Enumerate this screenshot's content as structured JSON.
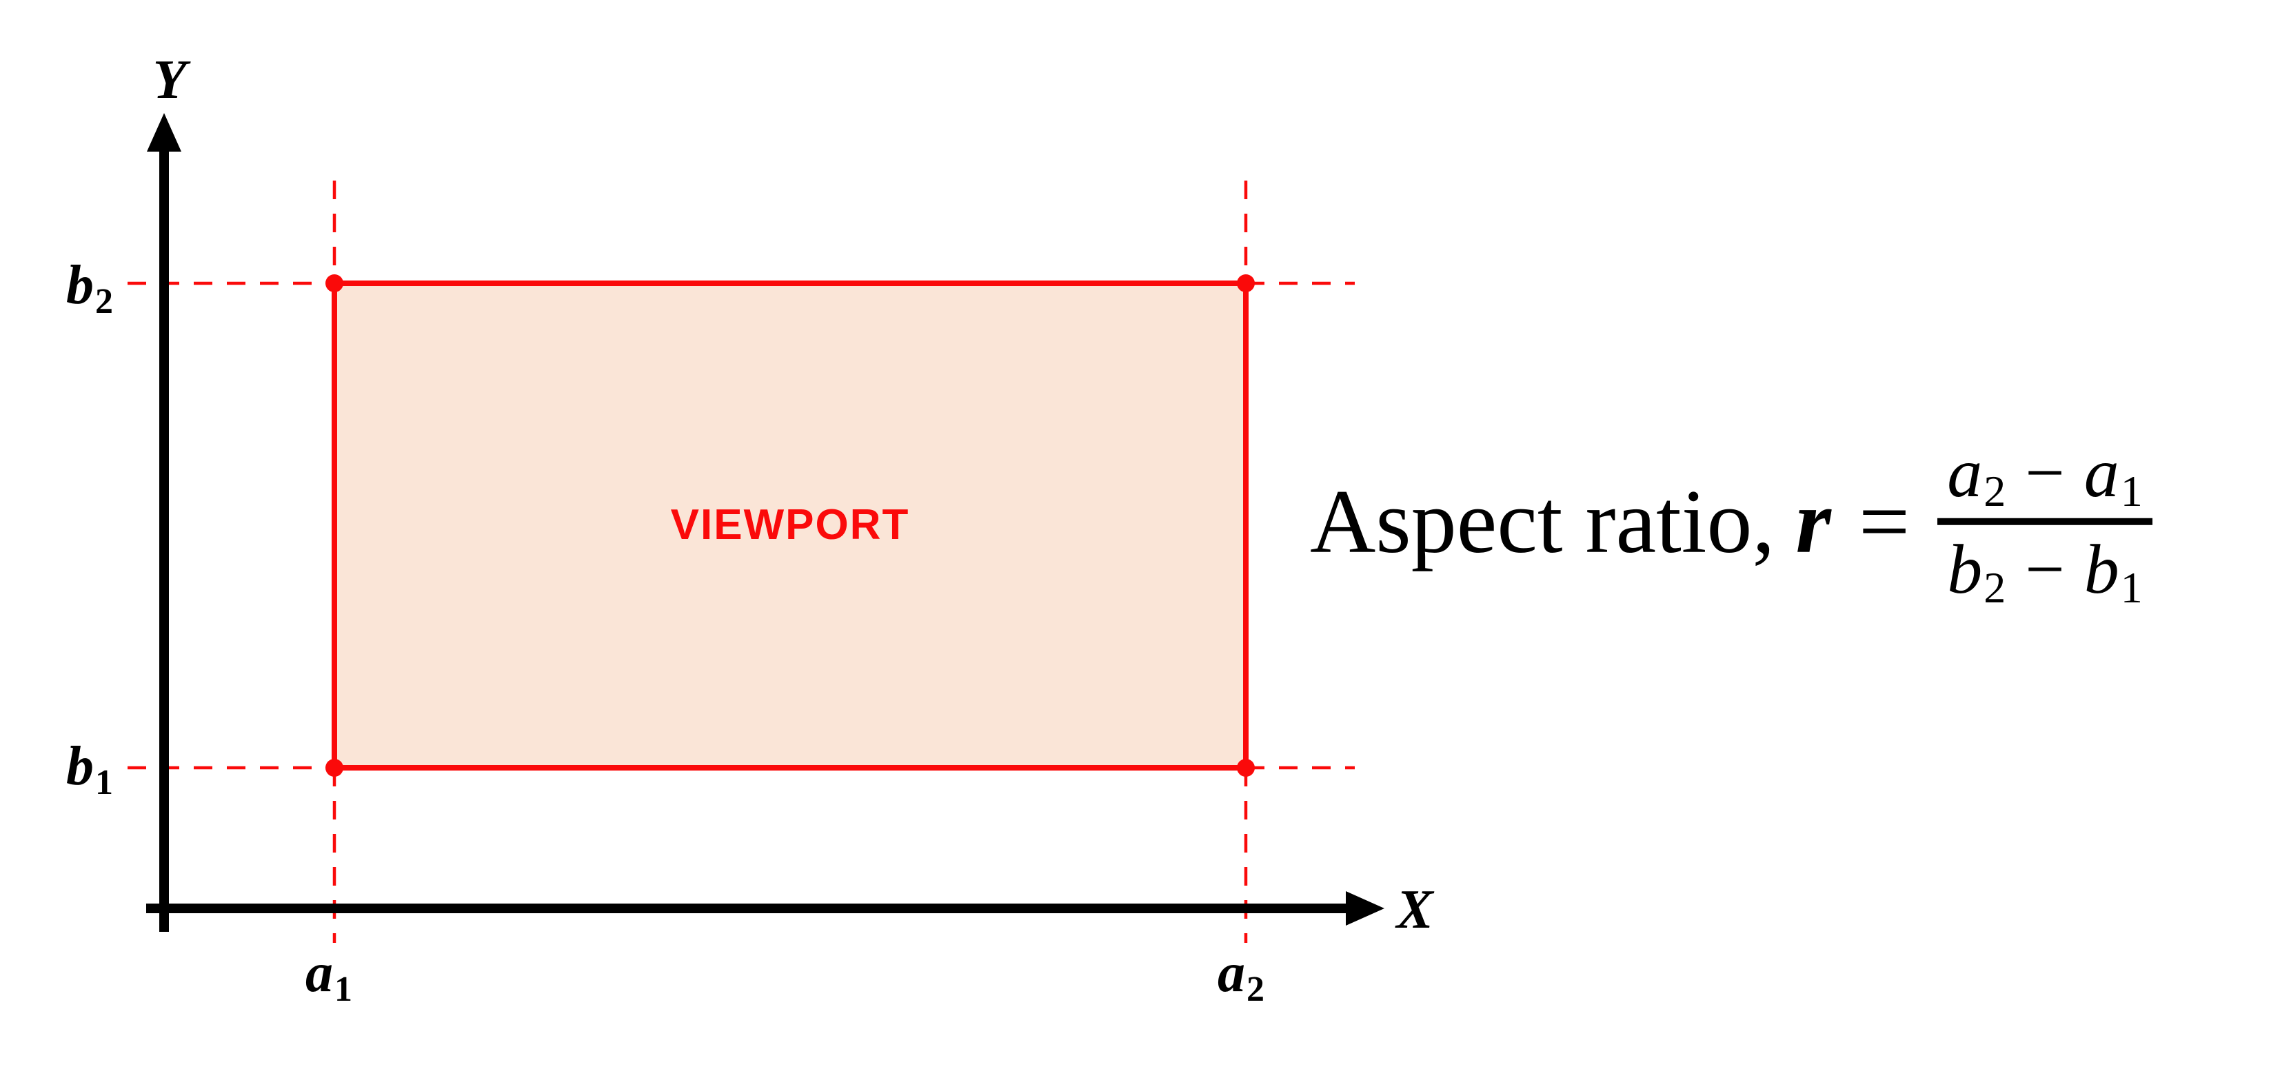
{
  "theme": {
    "red": "#fa0a0a",
    "black": "#000000",
    "viewportFill": "#fae5d7",
    "background": "#ffffff"
  },
  "diagram": {
    "y_axis_label": "Y",
    "x_axis_label": "X",
    "viewport_label": "VIEWPORT",
    "labels": {
      "b2": {
        "base": "b",
        "sub": "2"
      },
      "b1": {
        "base": "b",
        "sub": "1"
      },
      "a1": {
        "base": "a",
        "sub": "1"
      },
      "a2": {
        "base": "a",
        "sub": "2"
      }
    }
  },
  "formula": {
    "prefix": "Aspect ratio,",
    "variable": "r",
    "equals": "=",
    "numerator": {
      "first_base": "a",
      "first_sub": "2",
      "operator": "−",
      "second_base": "a",
      "second_sub": "1"
    },
    "denominator": {
      "first_base": "b",
      "first_sub": "2",
      "operator": "−",
      "second_base": "b",
      "second_sub": "1"
    }
  }
}
